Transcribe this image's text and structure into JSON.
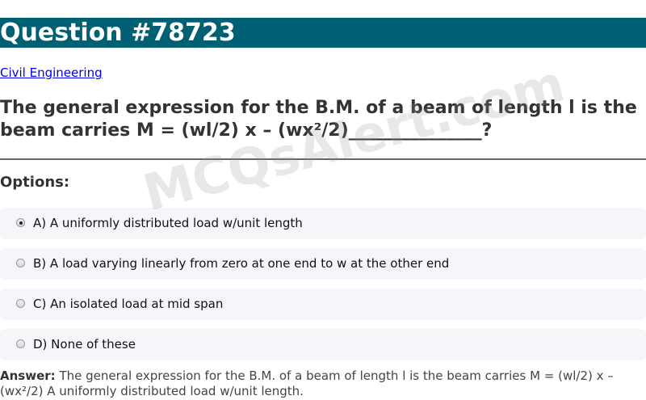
{
  "header": {
    "title": "Question #78723"
  },
  "category": {
    "label": "Civil Engineering"
  },
  "question": {
    "text": "The general expression for the B.M. of a beam of length l is the beam carries M = (wl/2) x – (wx²/2)_______________?"
  },
  "options_label": "Options:",
  "options": [
    {
      "label": "A) A uniformly distributed load w/unit length",
      "selected": true
    },
    {
      "label": "B) A load varying linearly from zero at one end to w at the other end",
      "selected": false
    },
    {
      "label": "C) An isolated load at mid span",
      "selected": false
    },
    {
      "label": "D) None of these",
      "selected": false
    }
  ],
  "answer": {
    "label": "Answer:",
    "text": "The general expression for the B.M. of a beam of length l is the beam carries M = (wl/2) x – (wx²/2) A uniformly distributed load w/unit length."
  },
  "watermark": "MCQsAlert.com",
  "colors": {
    "header_bg": "#006073",
    "link": "#0000ee",
    "option_bg": "#f5f6fa"
  }
}
